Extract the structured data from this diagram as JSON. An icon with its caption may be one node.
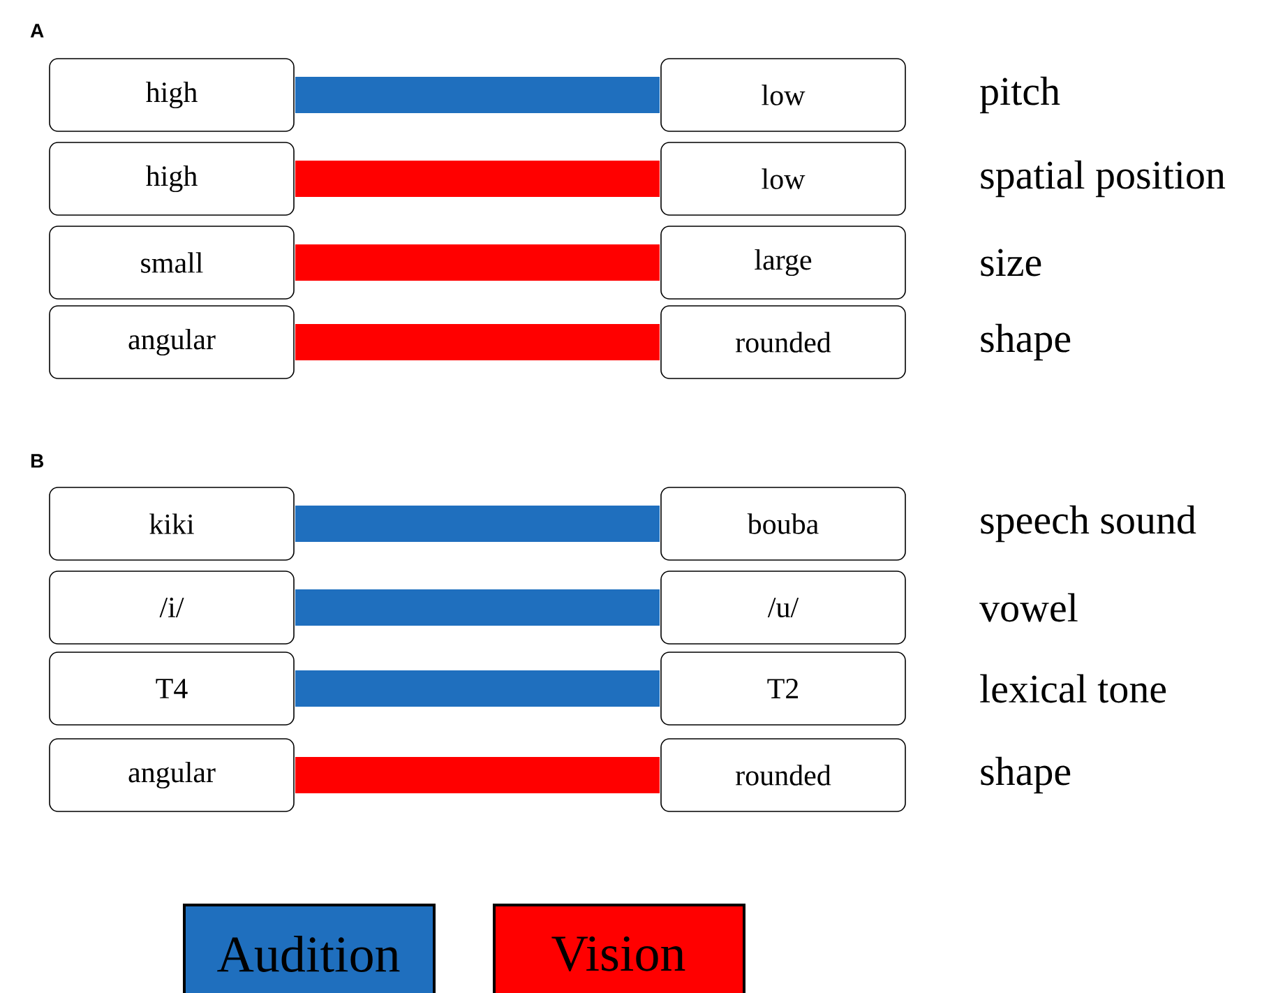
{
  "diagram": {
    "nodes": [
      {
        "text": [
          "high"
        ]
      },
      {
        "text": [
          "low"
        ]
      },
      {
        "text": [
          "high"
        ]
      },
      {
        "text": [
          "low"
        ]
      },
      {
        "text": [
          "small"
        ]
      },
      {
        "text": [
          "large"
        ]
      },
      {
        "text": [
          "angular"
        ]
      },
      {
        "text": [
          "rounded"
        ]
      },
      {
        "text": [
          "kiki"
        ]
      },
      {
        "text": [
          "bouba"
        ]
      },
      {
        "text": [
          "/i/"
        ]
      },
      {
        "text": [
          "/u/"
        ]
      },
      {
        "text": [
          "T4"
        ]
      },
      {
        "text": [
          "T2"
        ]
      },
      {
        "text": [
          "angular"
        ]
      },
      {
        "text": [
          "rounded"
        ]
      }
    ],
    "edges": [
      {
        "from": 0,
        "to": 1,
        "arrow": "none",
        "color": "#1f6fbe"
      },
      {
        "from": 2,
        "to": 3,
        "arrow": "none",
        "color": "#ff0000"
      },
      {
        "from": 4,
        "to": 5,
        "arrow": "none",
        "color": "#ff0000"
      },
      {
        "from": 6,
        "to": 7,
        "arrow": "none",
        "color": "#ff0000"
      },
      {
        "from": 8,
        "to": 9,
        "arrow": "none",
        "color": "#1f6fbe"
      },
      {
        "from": 10,
        "to": 11,
        "arrow": "none",
        "color": "#1f6fbe"
      },
      {
        "from": 12,
        "to": 13,
        "arrow": "none",
        "color": "#1f6fbe"
      },
      {
        "from": 14,
        "to": 15,
        "arrow": "none",
        "color": "#ff0000"
      }
    ],
    "labels": [
      "A",
      "pitch",
      "spatial position",
      "size",
      "shape",
      "B",
      "speech sound",
      "vowel",
      "lexical tone",
      "shape"
    ],
    "legend": [
      {
        "text": "Audition",
        "color": "#1f6fbe"
      },
      {
        "text": "Vision",
        "color": "#ff0000"
      }
    ]
  }
}
